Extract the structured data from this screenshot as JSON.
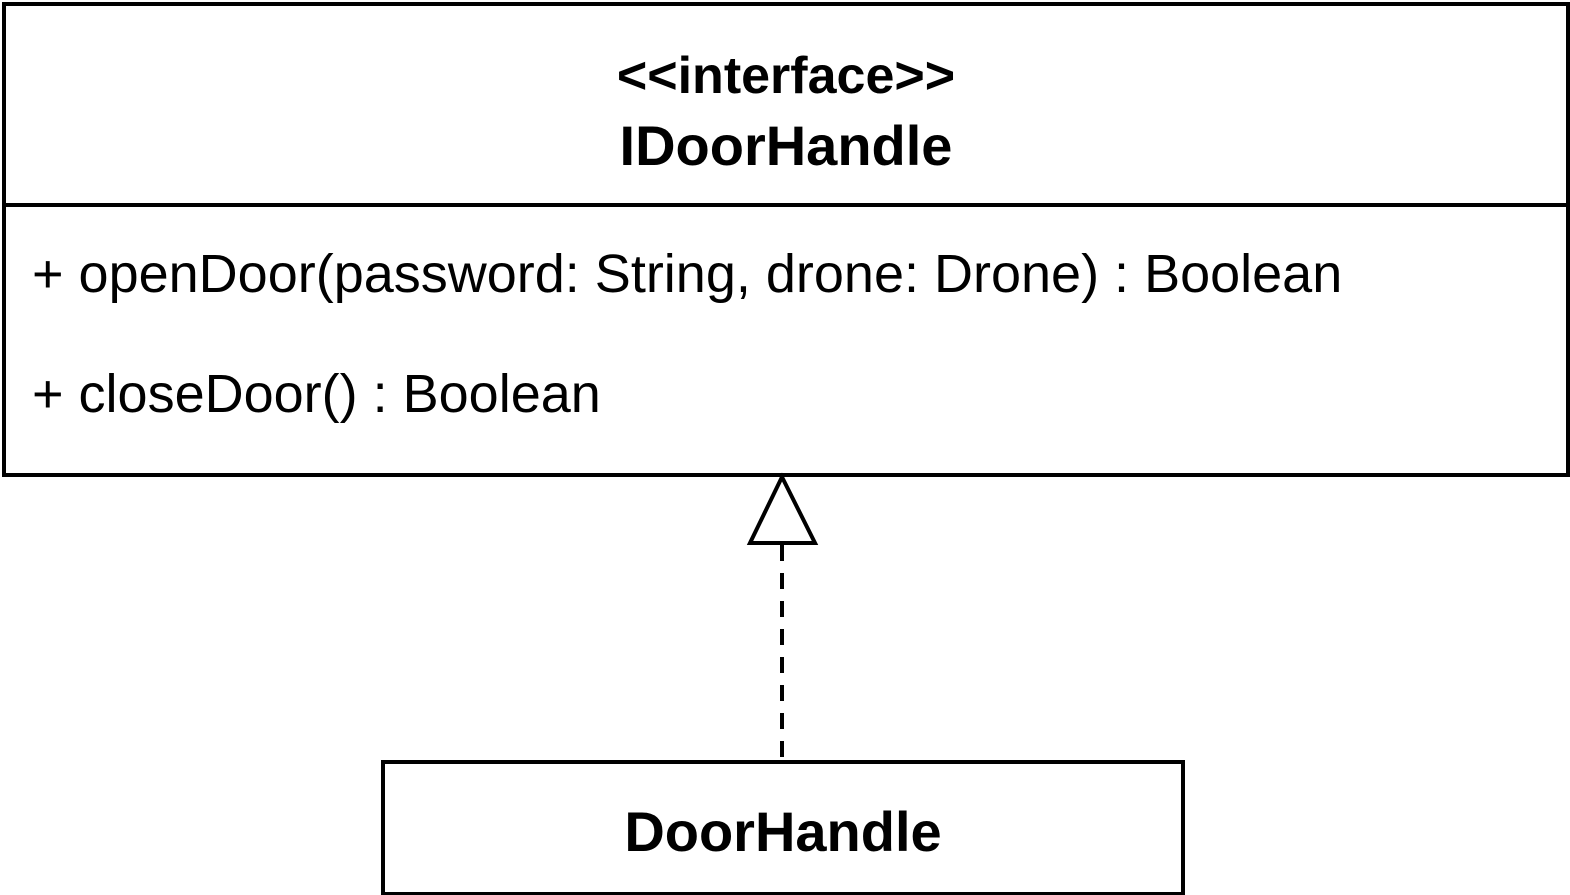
{
  "interface": {
    "stereotype": "<<interface>>",
    "name": "IDoorHandle",
    "operations": [
      "+ openDoor(password: String, drone: Drone) : Boolean",
      "+ closeDoor() : Boolean"
    ]
  },
  "implementation": {
    "name": "DoorHandle"
  },
  "relationship": {
    "type": "realization",
    "from": "DoorHandle",
    "to": "IDoorHandle"
  }
}
